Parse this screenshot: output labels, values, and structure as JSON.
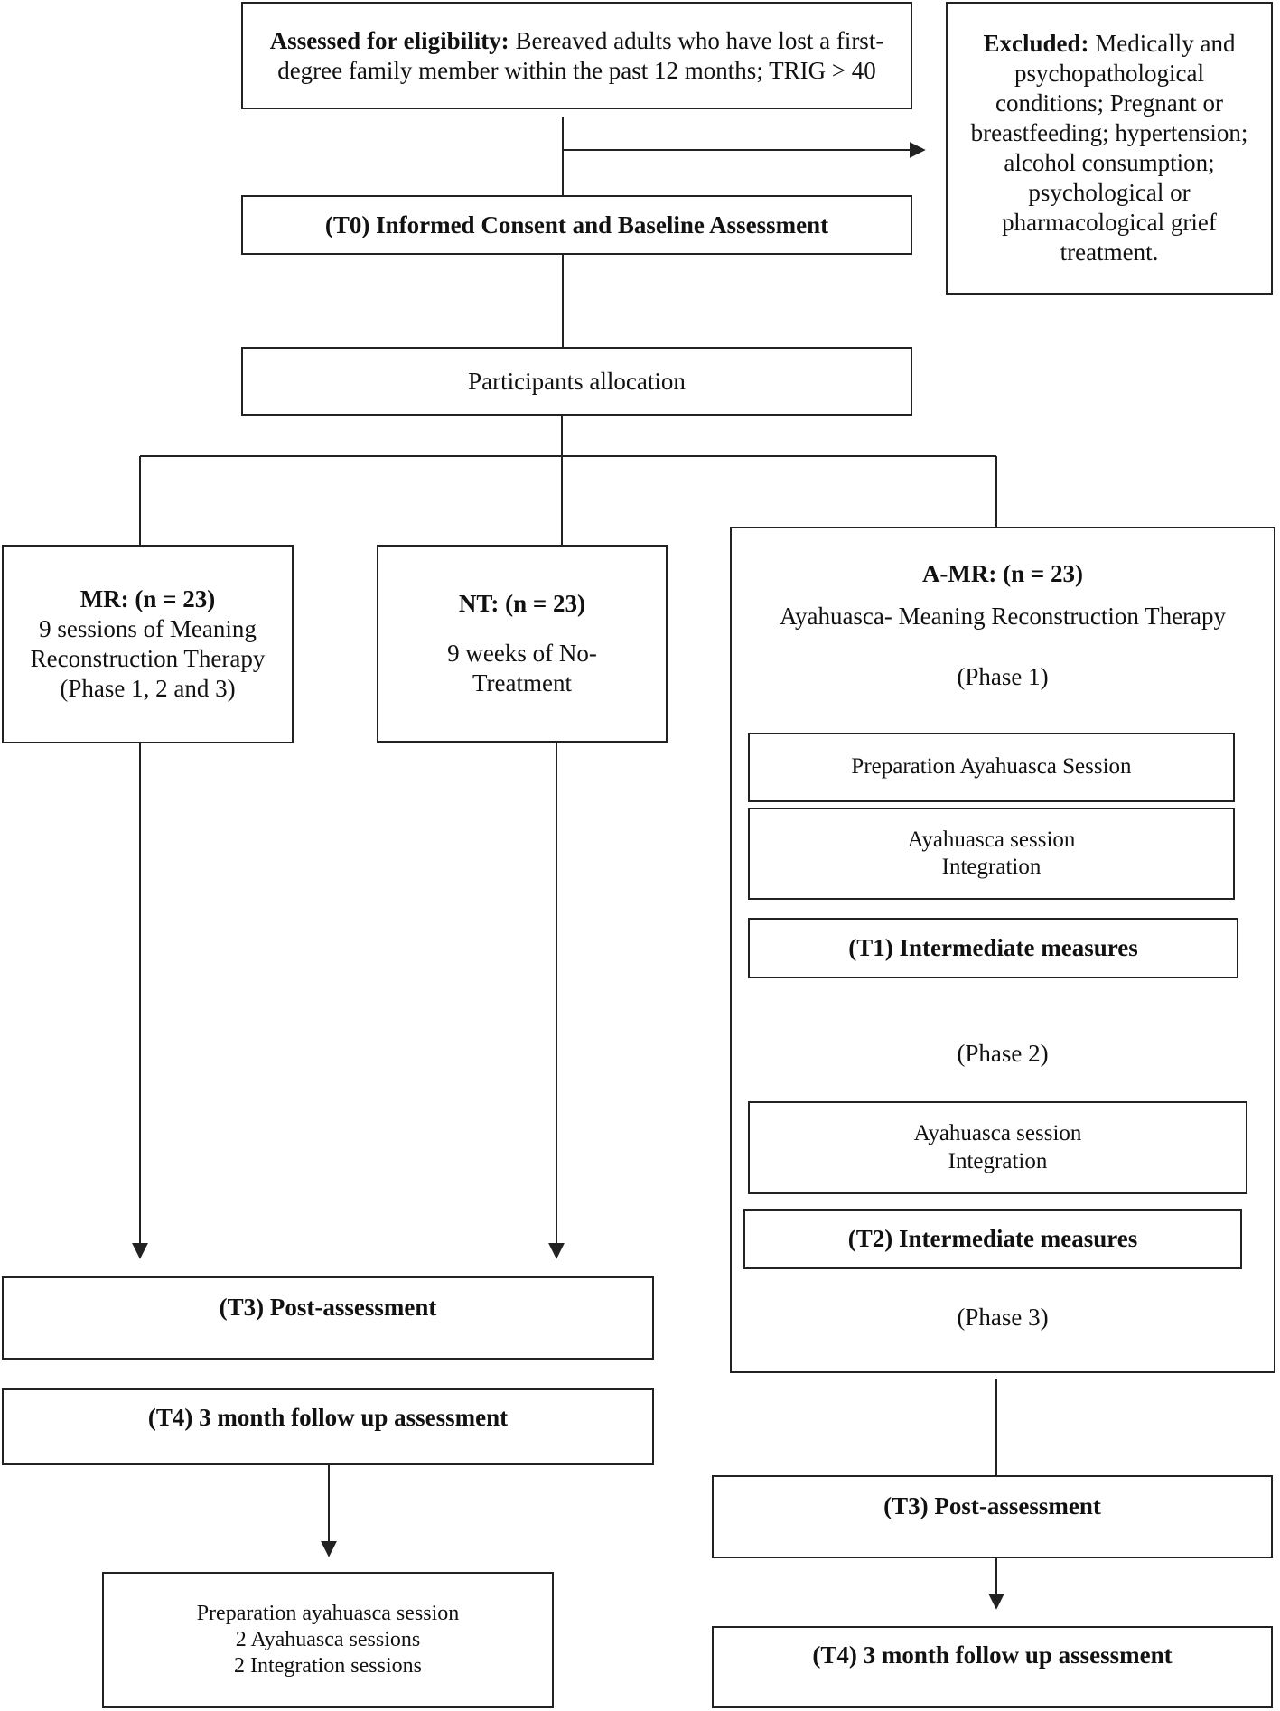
{
  "eligibility": {
    "label": "Assessed for eligibility:",
    "text": "Bereaved adults who have lost a first-degree family member within the past 12 months; TRIG > 40"
  },
  "excluded": {
    "label": "Excluded:",
    "text": "Medically and psychopathological conditions; Pregnant or breastfeeding; hypertension; alcohol consumption; psychological or pharmacological grief treatment."
  },
  "baseline": "(T0) Informed Consent and Baseline Assessment",
  "allocation": "Participants allocation",
  "mr": {
    "label": "MR: (n = 23)",
    "line1": "9 sessions of Meaning",
    "line2": "Reconstruction Therapy",
    "line3": "(Phase 1, 2 and 3)"
  },
  "nt": {
    "label": "NT: (n = 23)",
    "line1": "9 weeks of No-",
    "line2": "Treatment"
  },
  "amr": {
    "label": "A-MR: (n = 23)",
    "title": "Ayahuasca- Meaning Reconstruction Therapy",
    "phase1": "(Phase 1)",
    "prep": "Preparation Ayahuasca Session",
    "session1_line1": "Ayahuasca session",
    "session1_line2": "Integration",
    "t1": "(T1) Intermediate measures",
    "phase2": "(Phase 2)",
    "session2_line1": "Ayahuasca session",
    "session2_line2": "Integration",
    "t2": "(T2) Intermediate measures",
    "phase3": "(Phase 3)"
  },
  "left_post": "(T3) Post-assessment",
  "left_followup": "(T4) 3 month follow up assessment",
  "left_extra": {
    "line1": "Preparation ayahuasca session",
    "line2": "2 Ayahuasca sessions",
    "line3": "2 Integration sessions"
  },
  "right_post": "(T3) Post-assessment",
  "right_followup": "(T4) 3 month follow up assessment"
}
